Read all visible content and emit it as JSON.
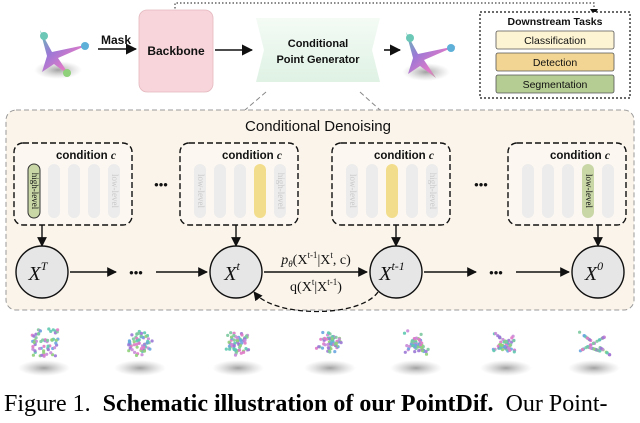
{
  "colors": {
    "backbone_fill": "#f7d5da",
    "generator_fill": "#e8f6ec",
    "panel_fill": "#fbf4ea",
    "level_bar": "#ececec",
    "highlight_gold": "#f2dd8c",
    "highlight_green": "#c9d7a7",
    "node_fill": "#e6e6e6",
    "classification": "#fdf4d3",
    "detection": "#f2d592",
    "segmentation": "#b5cc93"
  },
  "top": {
    "mask_label": "Mask",
    "backbone_label": "Backbone",
    "generator_line1": "Conditional",
    "generator_line2": "Point Generator"
  },
  "downstream": {
    "title": "Downstream Tasks",
    "tasks": [
      "Classification",
      "Detection",
      "Segmentation"
    ]
  },
  "panel": {
    "title": "Conditional Denoising",
    "condition_label": "condition",
    "condition_var": "c",
    "high_level": "high-level",
    "low_level": "low-level",
    "dots": "•••"
  },
  "nodes": {
    "xT_base": "X",
    "xT_sup": "T",
    "xt_base": "X",
    "xt_sup": "t",
    "xt1_base": "X",
    "xt1_sup": "t-1",
    "x0_base": "X",
    "x0_sup": "0"
  },
  "transitions": {
    "forward_p": "p",
    "forward_theta": "θ",
    "forward_rest_open": "(X",
    "forward_sup1": "t-1",
    "forward_mid": "|X",
    "forward_sup2": "t",
    "forward_end": ", c)",
    "reverse_q": "q(X",
    "reverse_sup1": "t",
    "reverse_mid": "|X",
    "reverse_sup2": "t-1",
    "reverse_end": ")"
  },
  "caption": {
    "prefix": "Figure 1.",
    "bold": "Schematic illustration of our PointDif.",
    "suffix": "Our Point-"
  }
}
